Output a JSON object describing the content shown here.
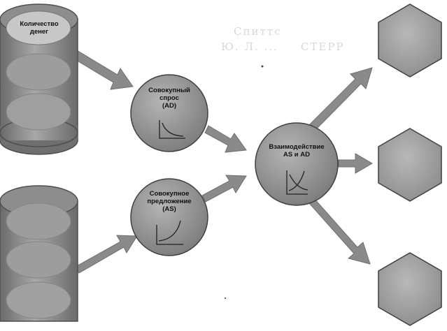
{
  "nodes": {
    "money_supply": {
      "label": "Количество\nденег"
    },
    "aggregate_demand": {
      "label": "Совокупный\nспрос\n(AD)"
    },
    "aggregate_supply": {
      "label": "Совокупное\nпредложение\n(AS)"
    },
    "interaction": {
      "label": "Взаимодействие\nAS и AD"
    }
  },
  "ghost_text": [
    "Cпиттс",
    "Ю. Л. ...",
    "СТЕРР"
  ],
  "colors": {
    "cylinder": "#8f8f8f",
    "cylinder_dark": "#5e5e5e",
    "circle": "#9a9a9a",
    "arrow": "#888888",
    "hexagon": "#a3a3a3"
  }
}
